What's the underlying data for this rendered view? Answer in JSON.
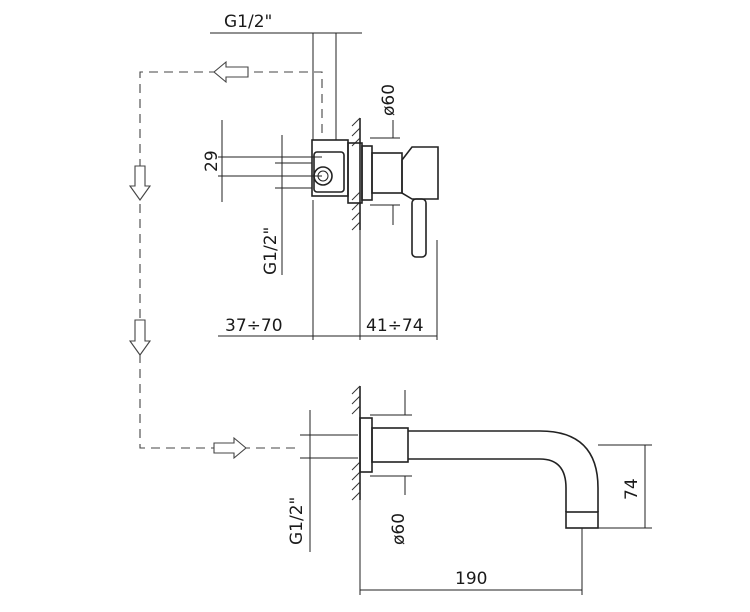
{
  "drawing": {
    "labels": {
      "top_thread": "G1/2\"",
      "mixer_diameter": "ø60",
      "mixer_offset": "29",
      "side_thread": "G1/2\"",
      "depth_left": "37÷70",
      "depth_right": "41÷74",
      "spout_thread": "G1/2\"",
      "spout_diameter": "ø60",
      "spout_drop": "74",
      "spout_length": "190"
    }
  }
}
